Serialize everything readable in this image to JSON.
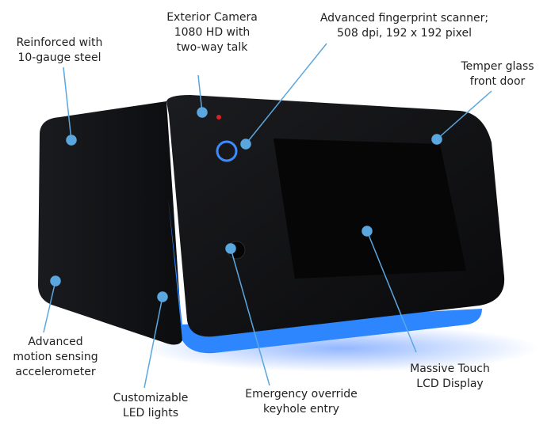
{
  "colors": {
    "accent": "#5aa7e0",
    "led": "#3aa0ff",
    "body": "#111214"
  },
  "callouts": [
    {
      "id": "steel",
      "text": "Reinforced with\n10-gauge steel"
    },
    {
      "id": "camera",
      "text": "Exterior Camera\n1080 HD with\ntwo-way talk"
    },
    {
      "id": "fingerprint",
      "text": "Advanced fingerprint scanner;\n508 dpi, 192 x 192 pixel"
    },
    {
      "id": "glass",
      "text": "Temper glass\nfront door"
    },
    {
      "id": "motion",
      "text": "Advanced\nmotion sensing\naccelerometer"
    },
    {
      "id": "led",
      "text": "Customizable\nLED lights"
    },
    {
      "id": "keyhole",
      "text": "Emergency override\nkeyhole entry"
    },
    {
      "id": "display",
      "text": "Massive Touch\nLCD Display"
    }
  ]
}
